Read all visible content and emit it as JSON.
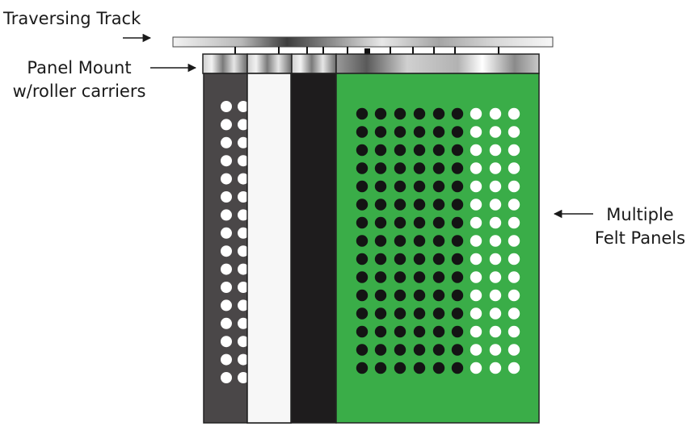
{
  "labels": {
    "traversing_track": "Traversing Track",
    "panel_mount_line1": "Panel Mount",
    "panel_mount_line2": "w/roller carriers",
    "felt_panels_line1": "Multiple",
    "felt_panels_line2": "Felt Panels"
  },
  "colors": {
    "dark_gray_panel": "#4a4748",
    "white_panel": "#f7f7f7",
    "black_panel": "#1e1c1d",
    "green_panel": "#3aad48",
    "outline": "#222222",
    "hole_dark": "#141414",
    "hole_white": "#ffffff"
  },
  "panels": [
    {
      "name": "dark-gray-felt-panel",
      "color_key": "dark_gray_panel"
    },
    {
      "name": "white-felt-panel",
      "color_key": "white_panel"
    },
    {
      "name": "black-felt-panel",
      "color_key": "black_panel"
    },
    {
      "name": "green-felt-panel",
      "color_key": "green_panel"
    }
  ]
}
